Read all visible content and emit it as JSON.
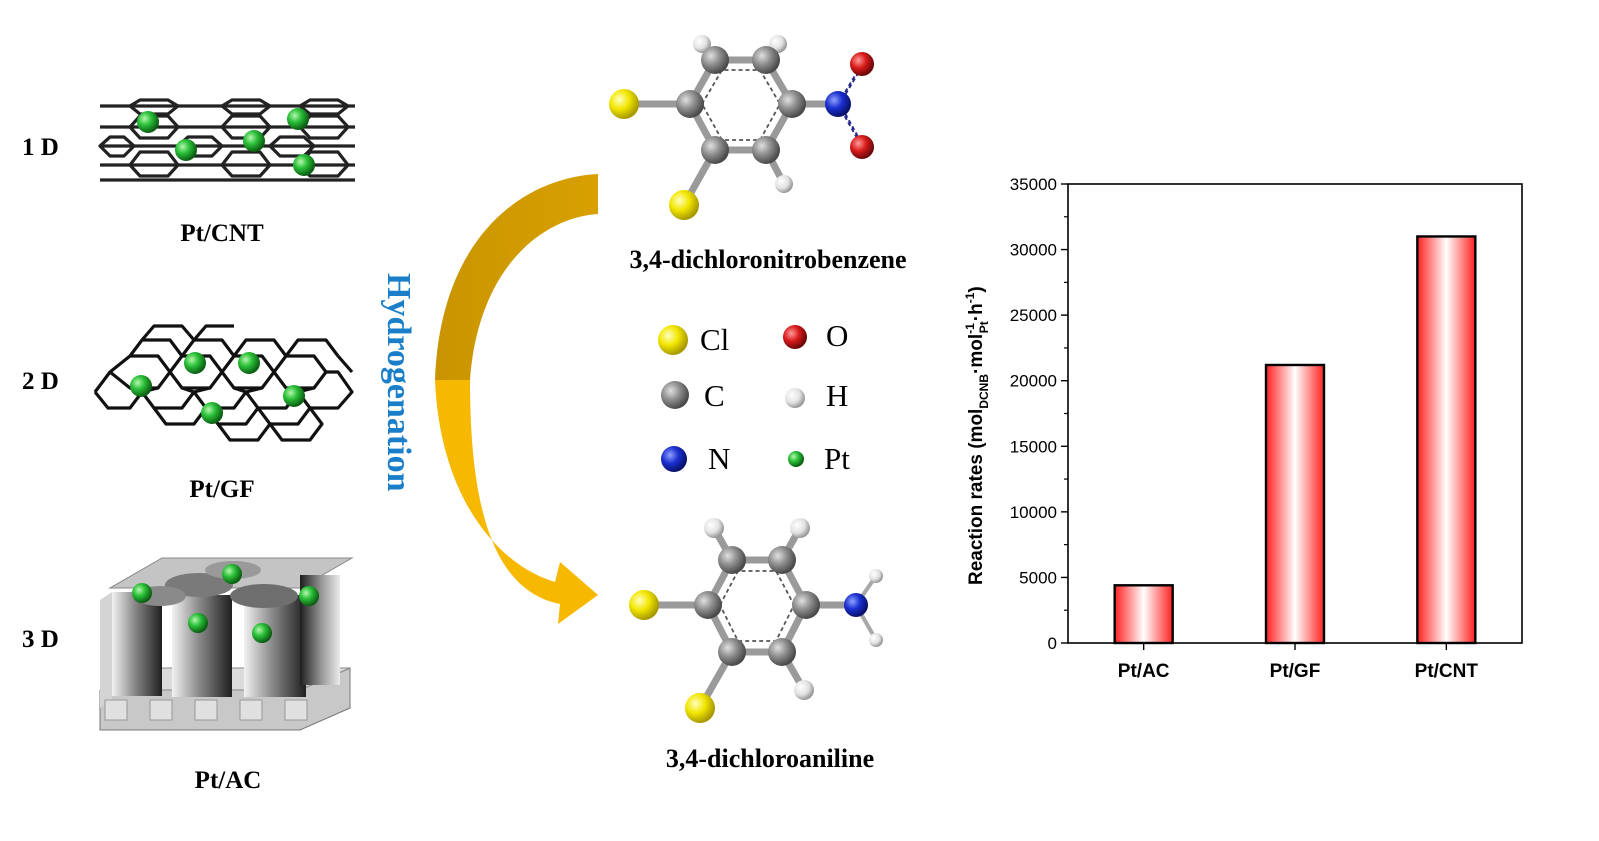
{
  "structures": [
    {
      "dimension": "1 D",
      "name": "Pt/CNT"
    },
    {
      "dimension": "2 D",
      "name": "Pt/GF"
    },
    {
      "dimension": "3 D",
      "name": "Pt/AC"
    }
  ],
  "reaction": {
    "arrow_label": "Hydrogenation",
    "reactant": "3,4-dichloronitrobenzene",
    "product": "3,4-dichloroaniline"
  },
  "atom_legend": [
    {
      "symbol": "Cl",
      "color": "#f2e600"
    },
    {
      "symbol": "O",
      "color": "#d81a1a"
    },
    {
      "symbol": "C",
      "color": "#8a8a8a"
    },
    {
      "symbol": "H",
      "color": "#e8e8e8"
    },
    {
      "symbol": "N",
      "color": "#1a2fd0"
    },
    {
      "symbol": "Pt",
      "color": "#1faa2a"
    }
  ],
  "colors": {
    "pt_particle": "#22b02e",
    "arrow": "#f5b400",
    "label_blue": "#1a7fc8",
    "bar": "#ff2a2a"
  },
  "chart_data": {
    "type": "bar",
    "categories": [
      "Pt/AC",
      "Pt/GF",
      "Pt/CNT"
    ],
    "values": [
      4400,
      21200,
      31000
    ],
    "ylabel": "Reaction rates (mol",
    "ylabel_sub1": "DCNB",
    "ylabel_mid": "·mol",
    "ylabel_sup1": "-1",
    "ylabel_sub2": "Pt",
    "ylabel_mid2": "·h",
    "ylabel_sup2": "-1",
    "ylabel_end": ")",
    "ylim": [
      0,
      35000
    ],
    "yticks": [
      "0",
      "5000",
      "10000",
      "15000",
      "20000",
      "25000",
      "30000",
      "35000"
    ],
    "grid": false
  }
}
